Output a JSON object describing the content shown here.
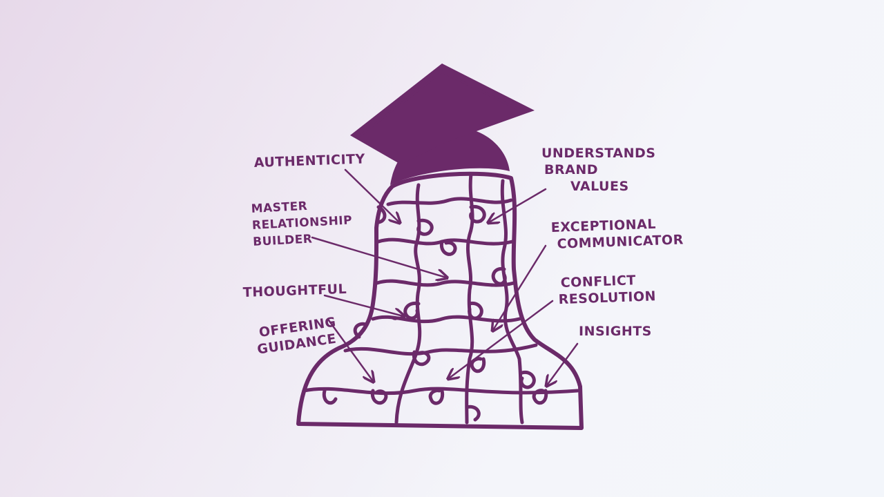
{
  "colors": {
    "ink": "#6b2a69",
    "background_left": "#e7d9ea",
    "background_right": "#f3f6fb"
  },
  "illustration": {
    "figure": "graduate-silhouette-made-of-puzzle-pieces",
    "headwear": "mortarboard-cap-icon"
  },
  "labels": {
    "authenticity": [
      "AUTHENTICITY"
    ],
    "understands_brand_values": [
      "UNDERSTANDS",
      "BRAND",
      "VALUES"
    ],
    "master_relationship_builder": [
      "MASTER",
      "RELATIONSHIP",
      "BUILDER"
    ],
    "exceptional_communicator": [
      "EXCEPTIONAL",
      "COMMUNICATOR"
    ],
    "thoughtful": [
      "THOUGHTFUL"
    ],
    "conflict_resolution": [
      "CONFLICT",
      "RESOLUTION"
    ],
    "offering_guidance": [
      "OFFERING",
      "GUIDANCE"
    ],
    "insights": [
      "INSIGHTS"
    ]
  }
}
